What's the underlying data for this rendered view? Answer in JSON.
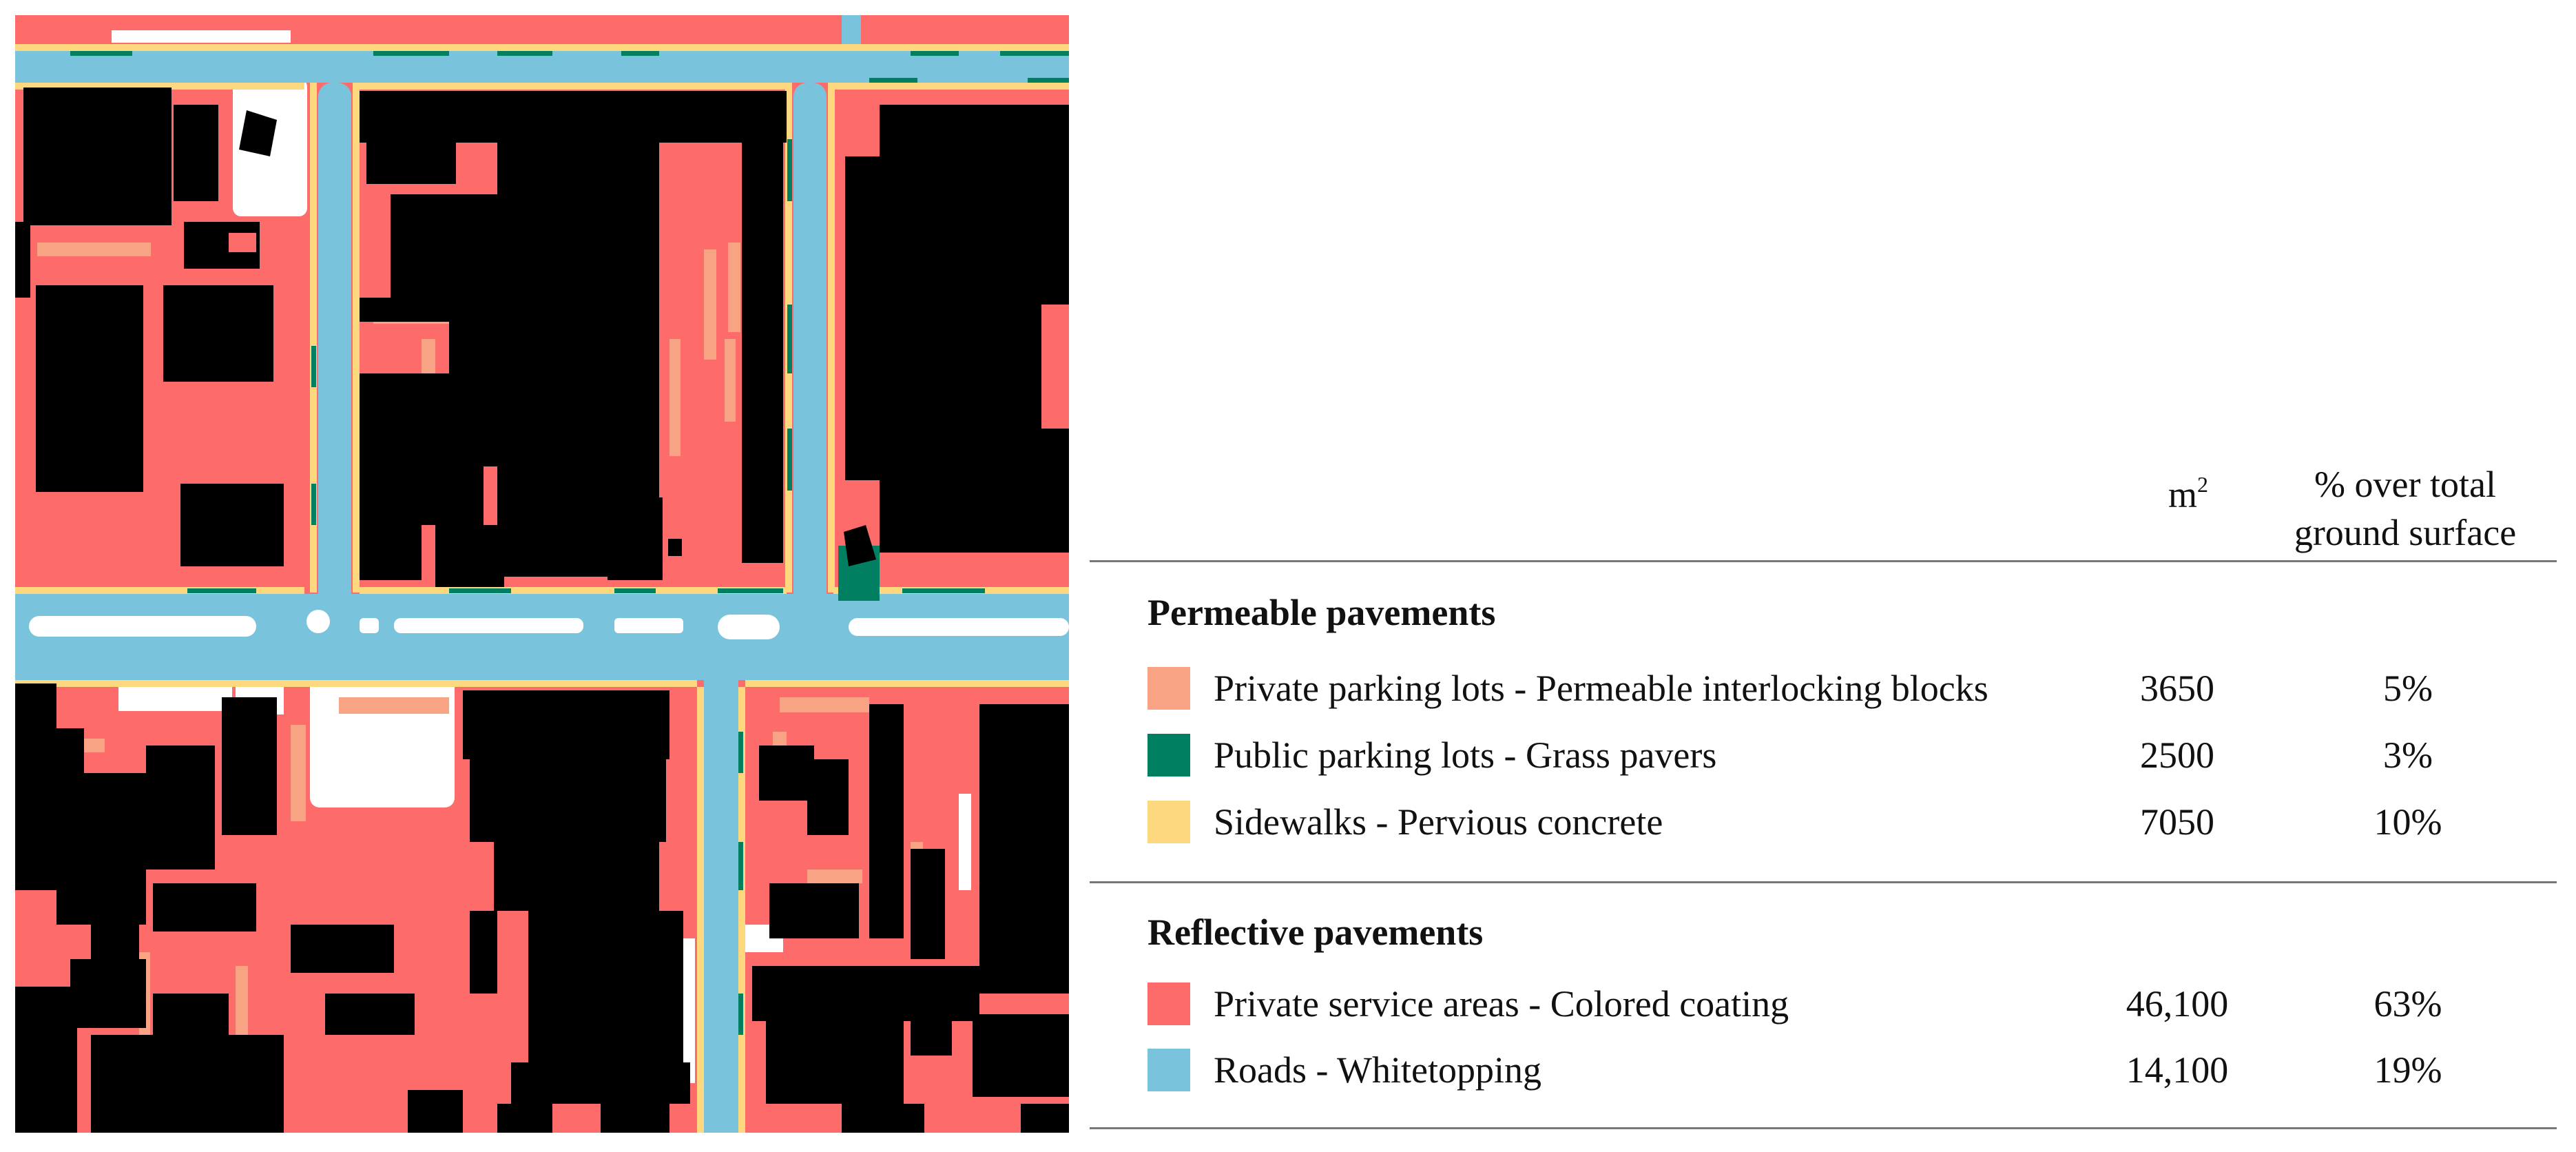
{
  "colors": {
    "private_parking": "#f9a385",
    "public_parking": "#008060",
    "sidewalks": "#fdd87f",
    "private_service": "#fe6b6b",
    "roads": "#79c4dc",
    "buildings": "#000000"
  },
  "table": {
    "header_m2": "m",
    "header_m2_sup": "2",
    "header_pct_line1": "% over total",
    "header_pct_line2": "ground surface",
    "groups": [
      {
        "title": "Permeable pavements",
        "rows": [
          {
            "label": "Private parking lots - Permeable interlocking blocks",
            "m2": "3650",
            "pct": "5%",
            "color": "#f9a385"
          },
          {
            "label": "Public parking lots - Grass pavers",
            "m2": "2500",
            "pct": "3%",
            "color": "#008060"
          },
          {
            "label": "Sidewalks - Pervious concrete",
            "m2": "7050",
            "pct": "10%",
            "color": "#fdd87f"
          }
        ]
      },
      {
        "title": "Reflective pavements",
        "rows": [
          {
            "label": "Private service areas - Colored coating",
            "m2": "46,100",
            "pct": "63%",
            "color": "#fe6b6b"
          },
          {
            "label": "Roads - Whitetopping",
            "m2": "14,100",
            "pct": "19%",
            "color": "#79c4dc"
          }
        ]
      }
    ]
  }
}
